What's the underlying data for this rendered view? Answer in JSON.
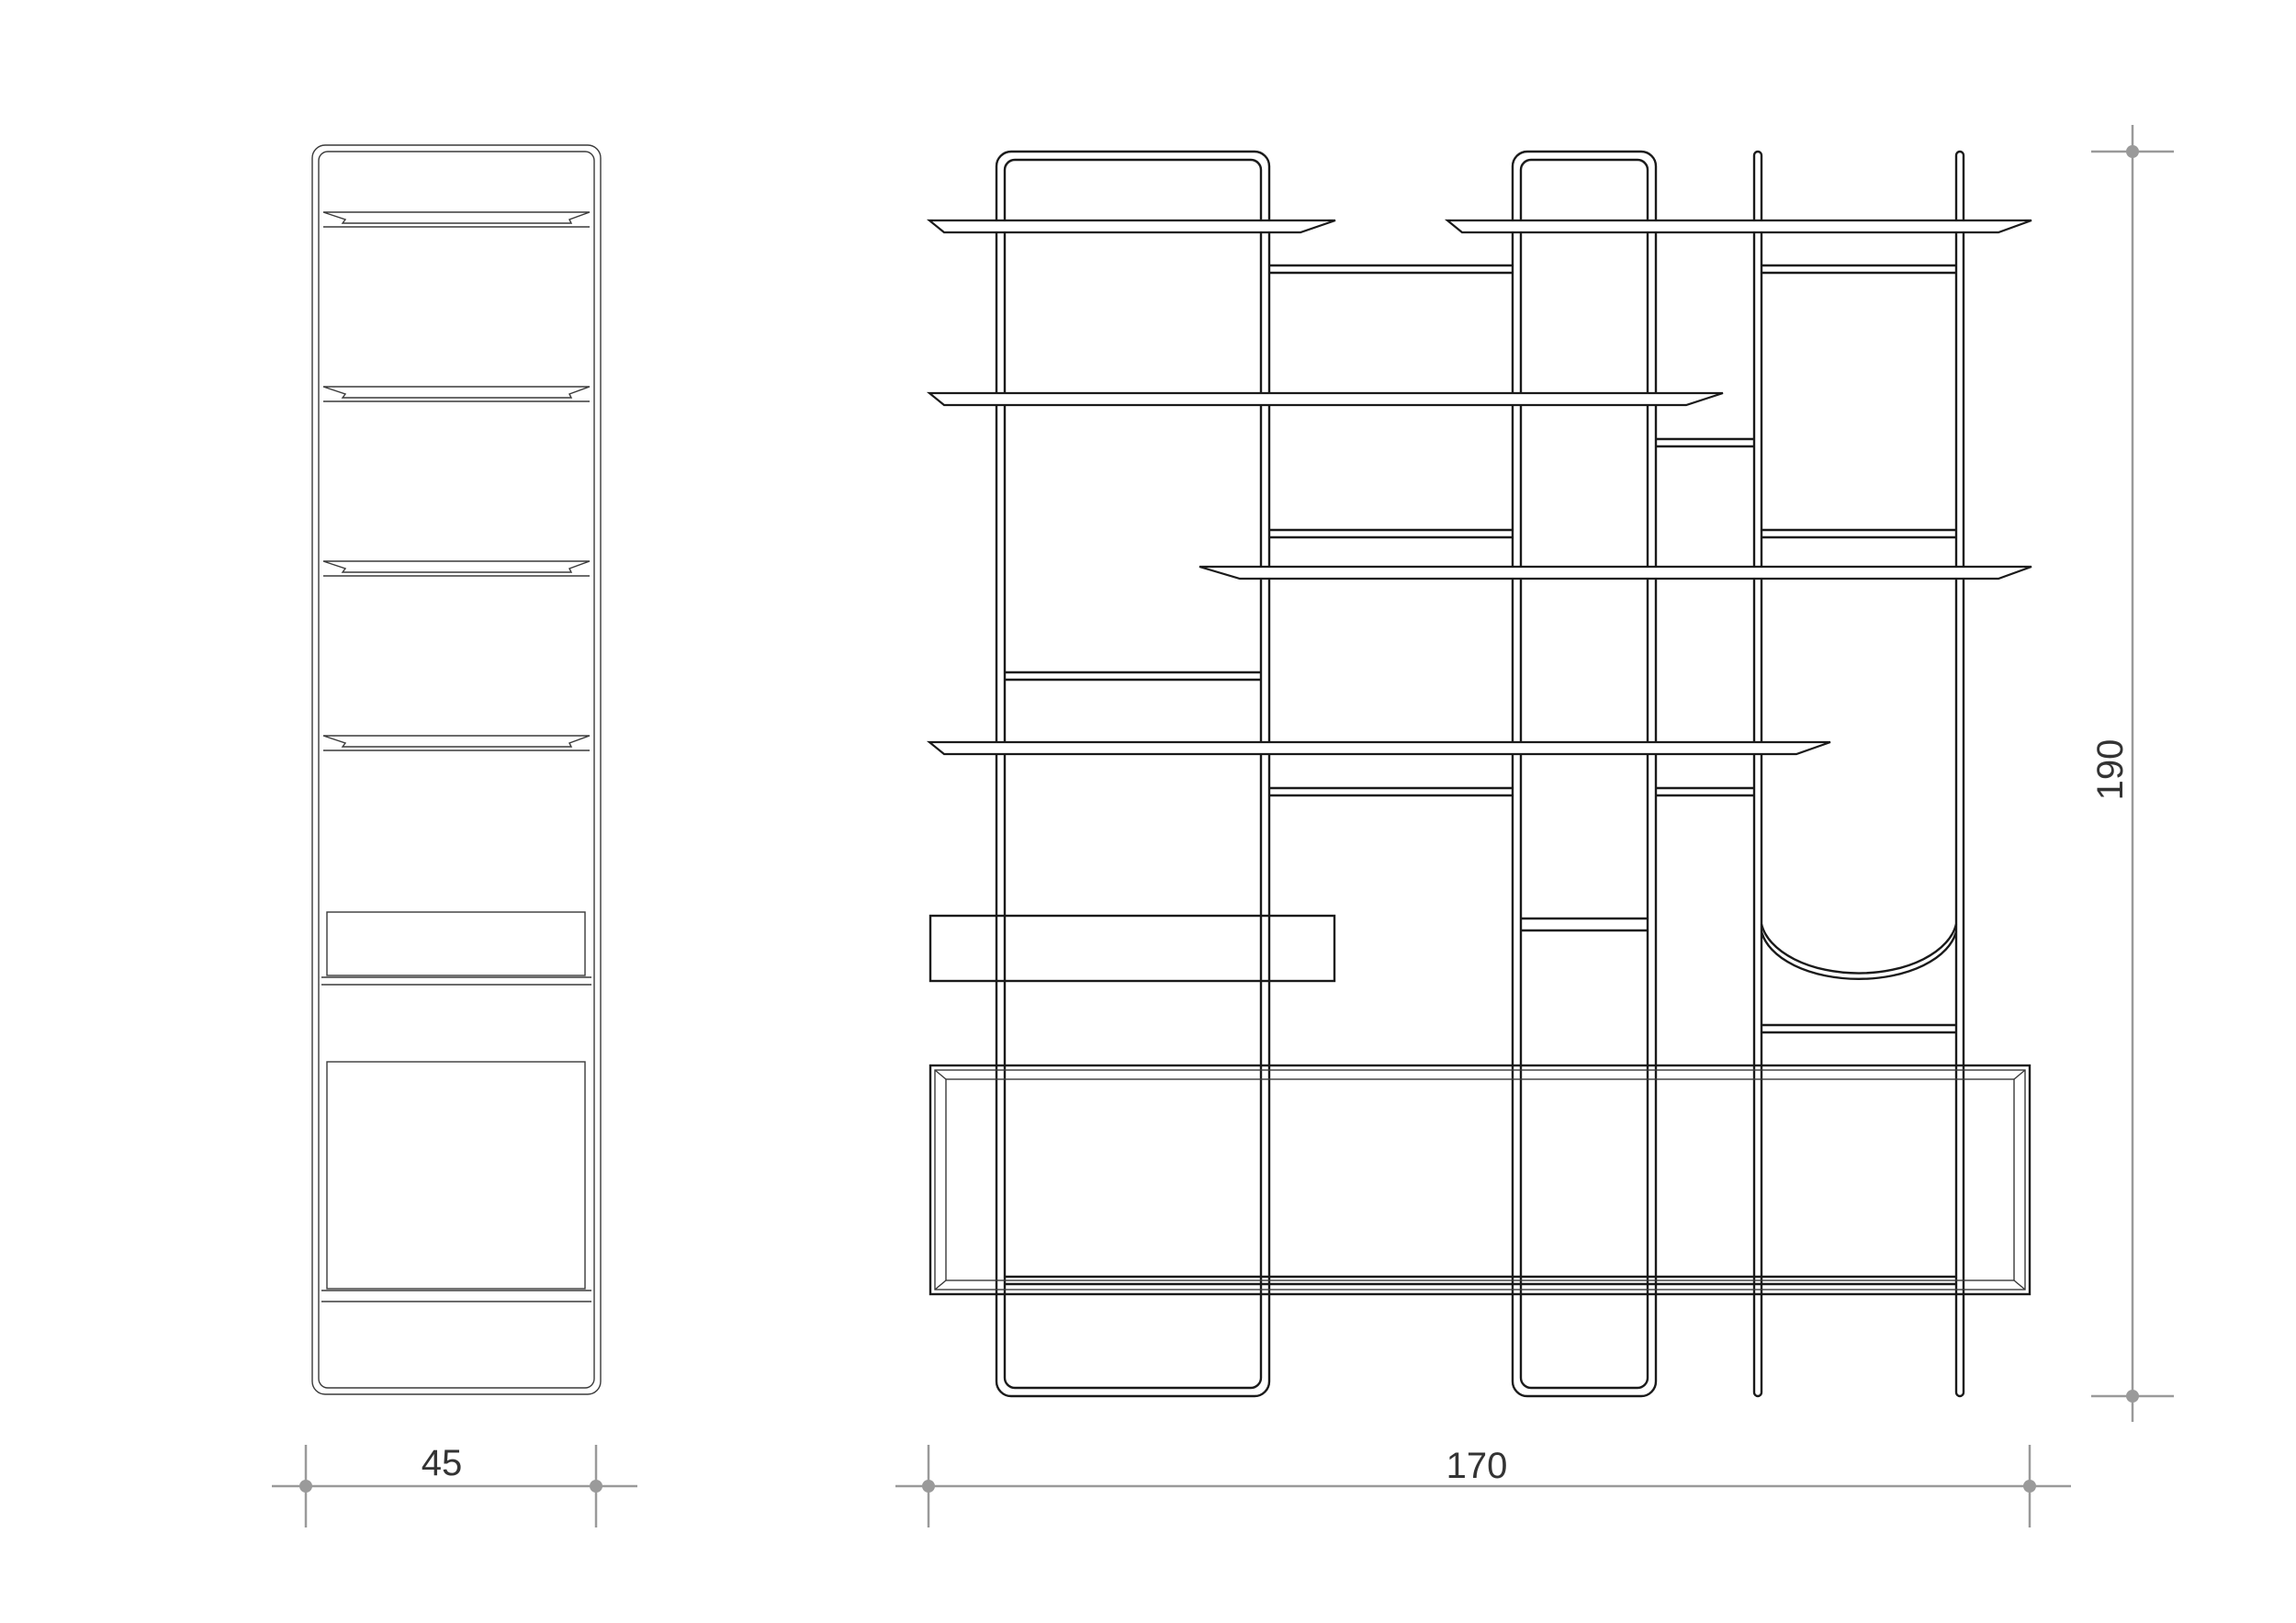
{
  "dimensions": {
    "depth_label": "45",
    "width_label": "170",
    "height_label": "190"
  },
  "colors": {
    "line": "#1a1a1a",
    "dimension_line": "#9a9a9a",
    "background": "#ffffff"
  }
}
